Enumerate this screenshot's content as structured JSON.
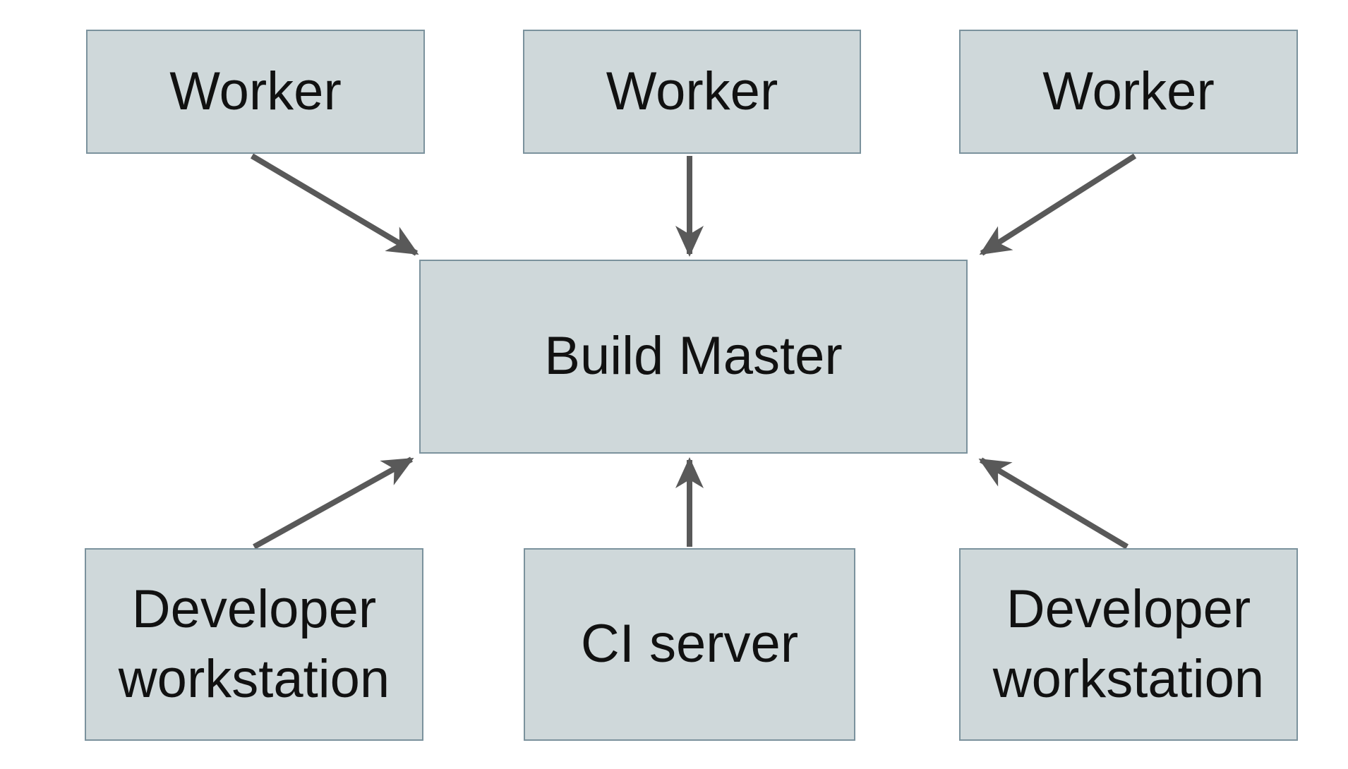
{
  "diagram": {
    "colors": {
      "background": "#ffffff",
      "box_fill": "#cfd8da",
      "box_border": "#7b929d",
      "arrow": "#595959",
      "text": "#111111"
    },
    "nodes": [
      {
        "id": "worker-1",
        "label": "Worker"
      },
      {
        "id": "worker-2",
        "label": "Worker"
      },
      {
        "id": "worker-3",
        "label": "Worker"
      },
      {
        "id": "build-master",
        "label": "Build Master"
      },
      {
        "id": "developer-workstation-left",
        "label": "Developer workstation"
      },
      {
        "id": "ci-server",
        "label": "CI server"
      },
      {
        "id": "developer-workstation-right",
        "label": "Developer workstation"
      }
    ],
    "edges": [
      {
        "from": "worker-1",
        "to": "build-master"
      },
      {
        "from": "worker-2",
        "to": "build-master"
      },
      {
        "from": "worker-3",
        "to": "build-master"
      },
      {
        "from": "developer-workstation-left",
        "to": "build-master"
      },
      {
        "from": "ci-server",
        "to": "build-master"
      },
      {
        "from": "developer-workstation-right",
        "to": "build-master"
      }
    ]
  }
}
